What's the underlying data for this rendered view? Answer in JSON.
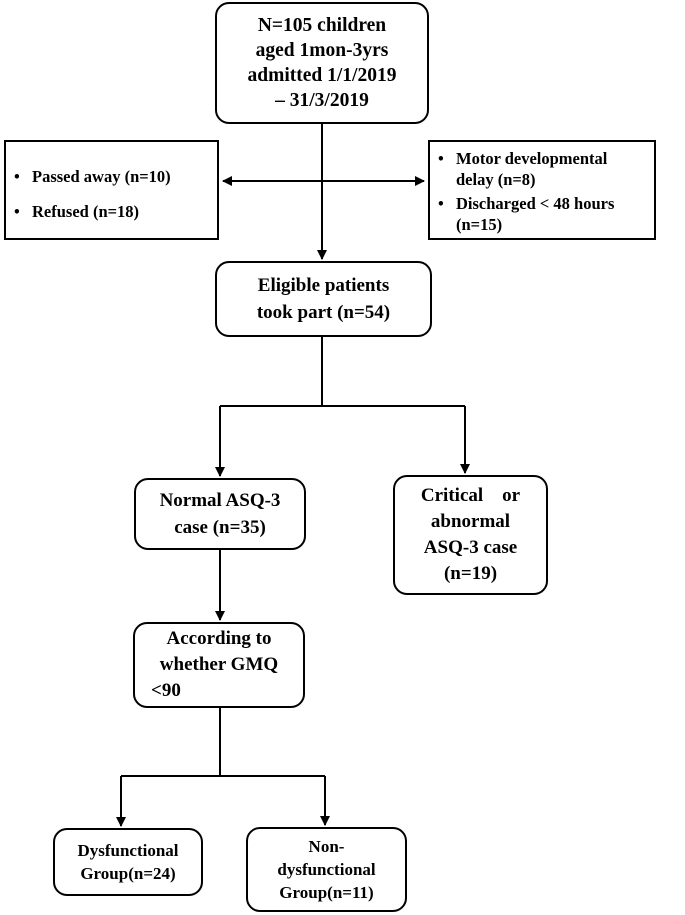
{
  "boxes": {
    "top": {
      "lines": [
        "N=105 children",
        "aged 1mon-3yrs",
        "admitted  1/1/2019",
        "– 31/3/2019"
      ]
    },
    "excluded_left": {
      "items": [
        {
          "lines": [
            "Passed away (n=10)"
          ]
        },
        {
          "lines": [
            "Refused (n=18)"
          ]
        }
      ]
    },
    "excluded_right": {
      "items": [
        {
          "lines": [
            "Motor developmental",
            "delay (n=8)"
          ]
        },
        {
          "lines": [
            "Discharged < 48 hours",
            "(n=15)"
          ]
        }
      ]
    },
    "eligible": {
      "lines": [
        "Eligible  patients",
        "took part  (n=54)"
      ]
    },
    "normal": {
      "lines": [
        "Normal ASQ-3",
        "case (n=35)"
      ]
    },
    "critical": {
      "lines": [
        "Critical    or",
        "abnormal",
        "ASQ-3 case",
        "(n=19)"
      ]
    },
    "gmq": {
      "lines": [
        "According to",
        "whether GMQ",
        "<90"
      ]
    },
    "dysfunctional": {
      "lines": [
        "Dysfunctional",
        "Group(n=24)"
      ]
    },
    "nondysfunctional": {
      "lines": [
        "Non-",
        "dysfunctional",
        "Group(n=11)"
      ]
    }
  },
  "bullet_glyph": "•"
}
